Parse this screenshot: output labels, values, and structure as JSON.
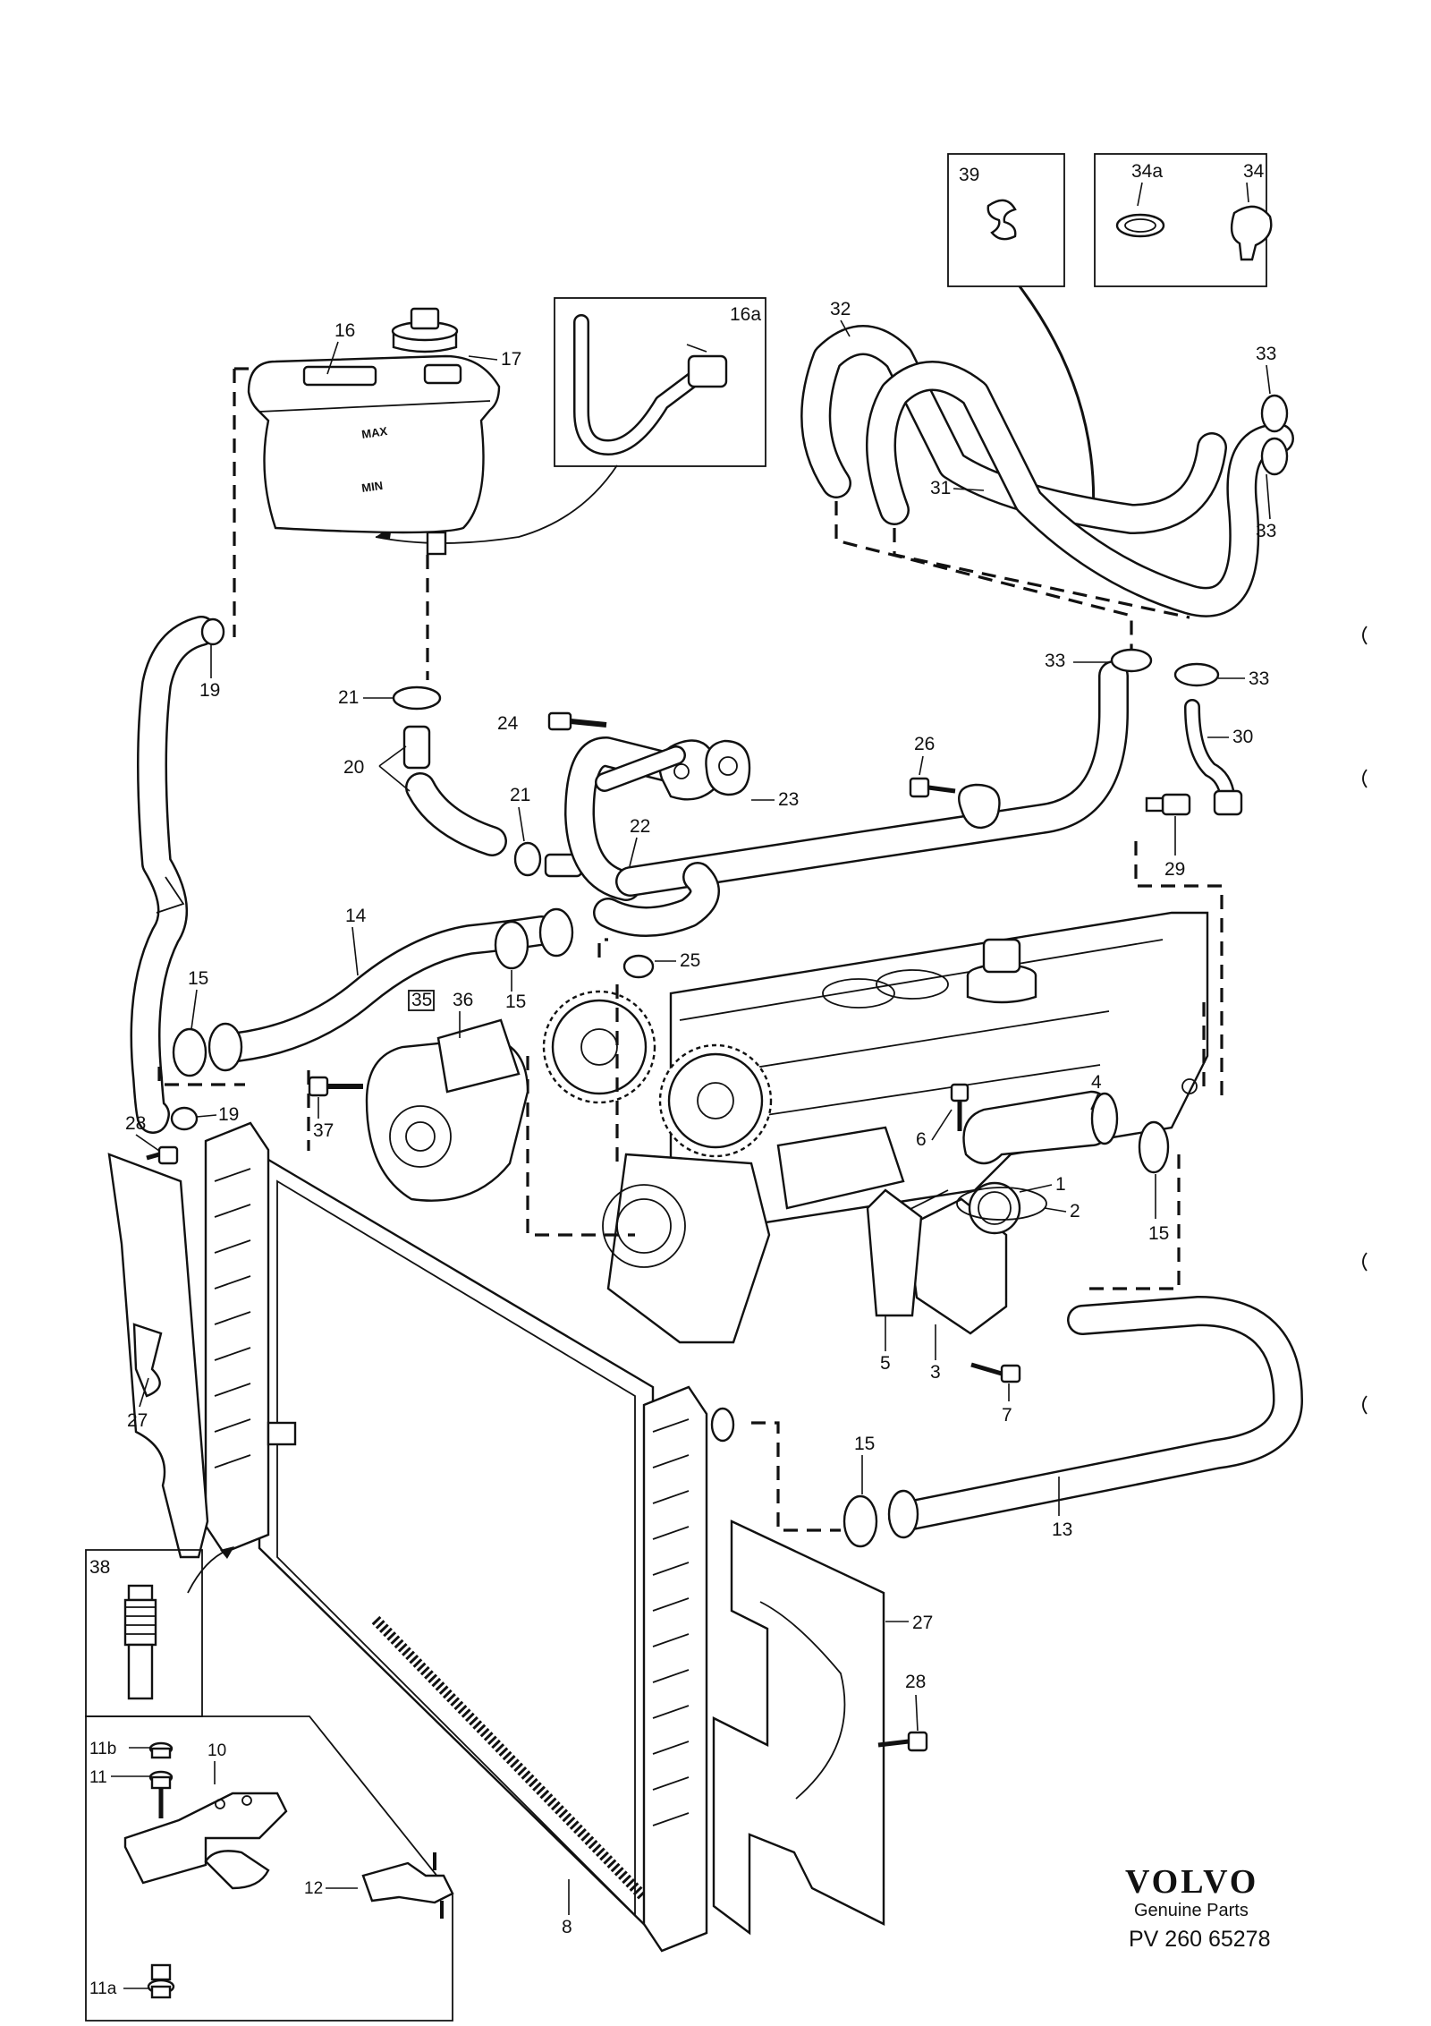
{
  "diagram": {
    "labels": {
      "p1": "1",
      "p2": "2",
      "p3": "3",
      "p4": "4",
      "p5": "5",
      "p6": "6",
      "p7": "7",
      "p8": "8",
      "p10": "10",
      "p11": "11",
      "p11a": "11a",
      "p11b": "11b",
      "p12": "12",
      "p13": "13",
      "p14": "14",
      "p15a": "15",
      "p15b": "15",
      "p15c": "15",
      "p15d": "15",
      "p16": "16",
      "p16a": "16a",
      "p17": "17",
      "p19a": "19",
      "p19b": "19",
      "p20": "20",
      "p21a": "21",
      "p21b": "21",
      "p22": "22",
      "p23": "23",
      "p24": "24",
      "p25": "25",
      "p26": "26",
      "p27a": "27",
      "p27b": "27",
      "p28a": "28",
      "p28b": "28",
      "p29": "29",
      "p30": "30",
      "p31": "31",
      "p32": "32",
      "p33a": "33",
      "p33b": "33",
      "p33c": "33",
      "p33d": "33",
      "p34": "34",
      "p34a": "34a",
      "p35": "35",
      "p36": "36",
      "p37": "37",
      "p38": "38",
      "p39": "39"
    },
    "tank_markings": {
      "max": "MAX",
      "min": "MIN"
    }
  },
  "brand": {
    "name": "VOLVO",
    "subtitle": "Genuine Parts",
    "code": "PV 260 65278"
  }
}
